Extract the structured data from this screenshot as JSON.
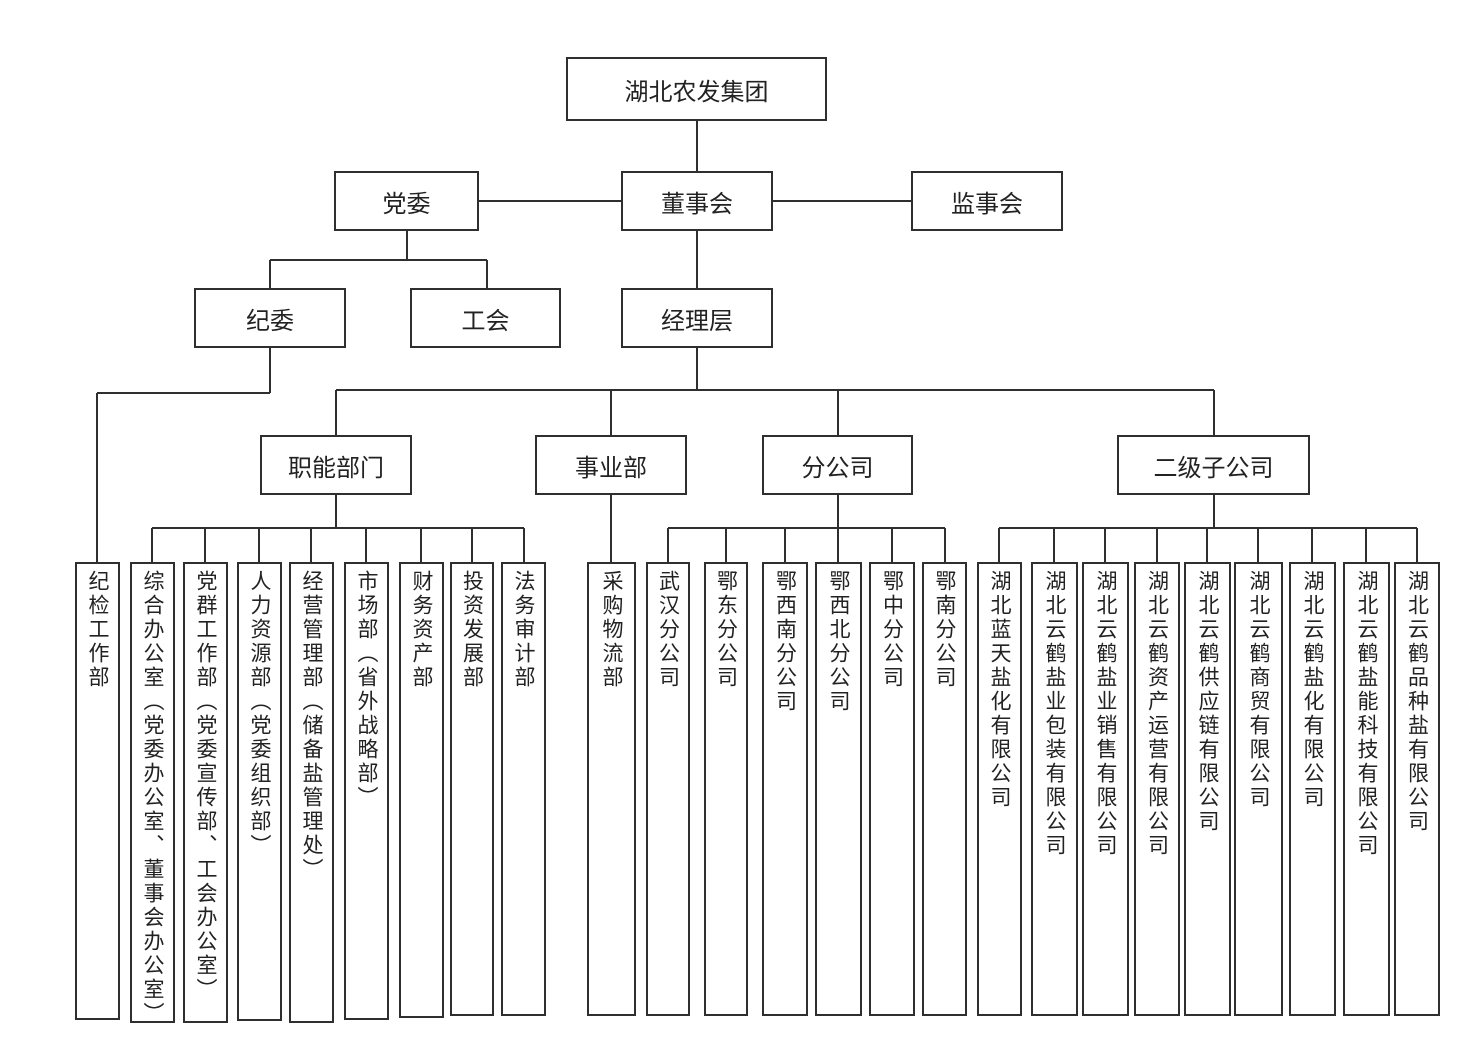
{
  "org": {
    "top": "湖北农发集团",
    "board": "董事会",
    "party": "党委",
    "supervisory": "监事会",
    "discipline": "纪委",
    "union": "工会",
    "management": "经理层",
    "discipline_dept": "纪检工作部",
    "functional": "职能部门",
    "business": "事业部",
    "branches": "分公司",
    "subsidiaries": "二级子公司",
    "functional_depts": [
      "综合办公室（党委办公室、董事会办公室）",
      "党群工作部（党委宣传部、工会办公室）",
      "人力资源部（党委组织部）",
      "经营管理部（储备盐管理处）",
      "市场部（省外战略部）",
      "财务资产部",
      "投资发展部",
      "法务审计部"
    ],
    "business_depts": [
      "采购物流部"
    ],
    "branch_list": [
      "武汉分公司",
      "鄂东分公司",
      "鄂西南分公司",
      "鄂西北分公司",
      "鄂中分公司",
      "鄂南分公司"
    ],
    "subsidiary_list": [
      "湖北蓝天盐化有限公司",
      "湖北云鹤盐业包装有限公司",
      "湖北云鹤盐业销售有限公司",
      "湖北云鹤资产运营有限公司",
      "湖北云鹤供应链有限公司",
      "湖北云鹤商贸有限公司",
      "湖北云鹤盐化有限公司",
      "湖北云鹤盐能科技有限公司",
      "湖北云鹤品种盐有限公司"
    ]
  }
}
